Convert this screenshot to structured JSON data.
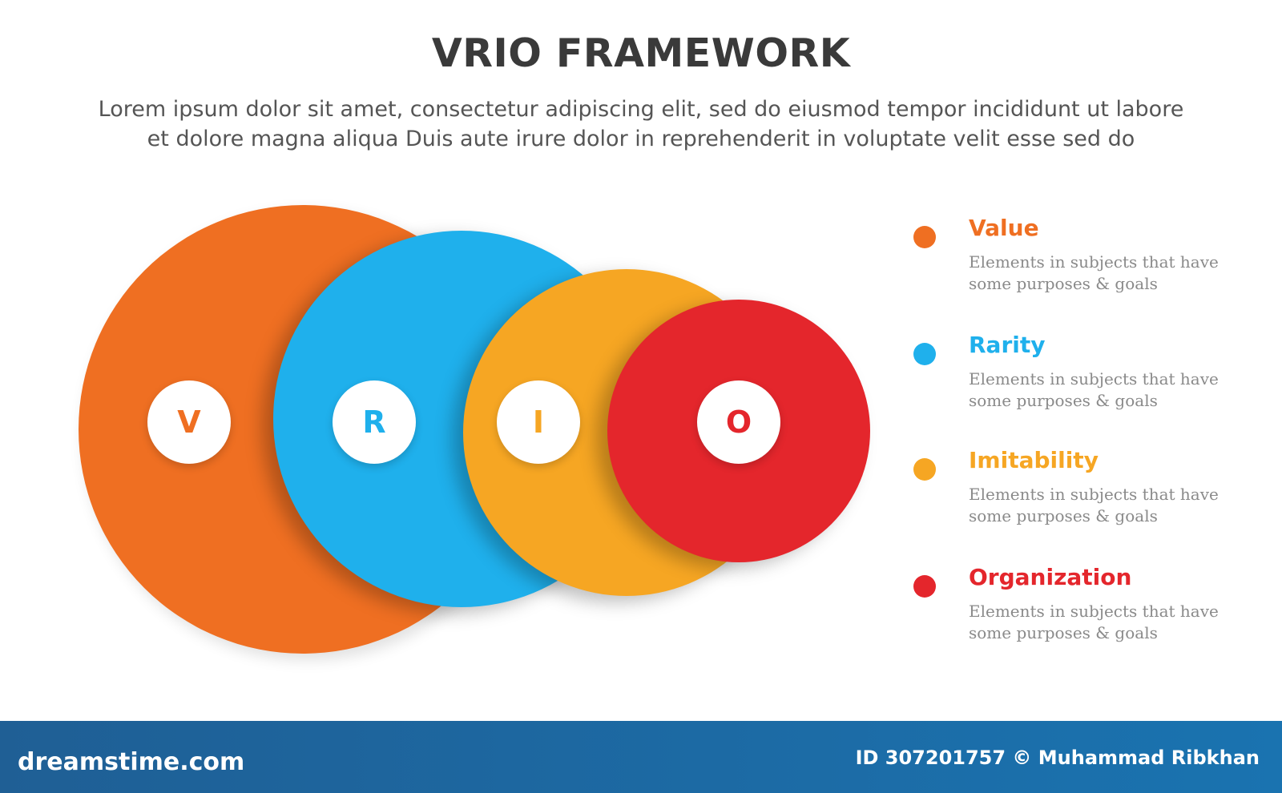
{
  "header": {
    "title": "VRIO FRAMEWORK",
    "subtitle_line1": "Lorem ipsum dolor sit amet, consectetur adipiscing elit, sed do eiusmod tempor incididunt ut labore",
    "subtitle_line2": "et dolore magna aliqua Duis aute irure dolor in reprehenderit in voluptate velit esse sed do"
  },
  "diagram": {
    "circles": [
      {
        "letter": "V",
        "color": "#ef6f22"
      },
      {
        "letter": "R",
        "color": "#1fb0ec"
      },
      {
        "letter": "I",
        "color": "#f6a623"
      },
      {
        "letter": "O",
        "color": "#e4262c"
      }
    ]
  },
  "legend": {
    "items": [
      {
        "title": "Value",
        "description": "Elements in subjects that have some purposes & goals",
        "color": "#ef6f22"
      },
      {
        "title": "Rarity",
        "description": "Elements in subjects that have some purposes & goals",
        "color": "#1fb0ec"
      },
      {
        "title": "Imitability",
        "description": "Elements in subjects that have some purposes & goals",
        "color": "#f6a623"
      },
      {
        "title": "Organization",
        "description": "Elements in subjects that have some purposes & goals",
        "color": "#e4262c"
      }
    ]
  },
  "footer": {
    "brand": "dreamstime.com",
    "credit": "ID 307201757 © Muhammad Ribkhan",
    "background_color": "#1a6fa8"
  }
}
